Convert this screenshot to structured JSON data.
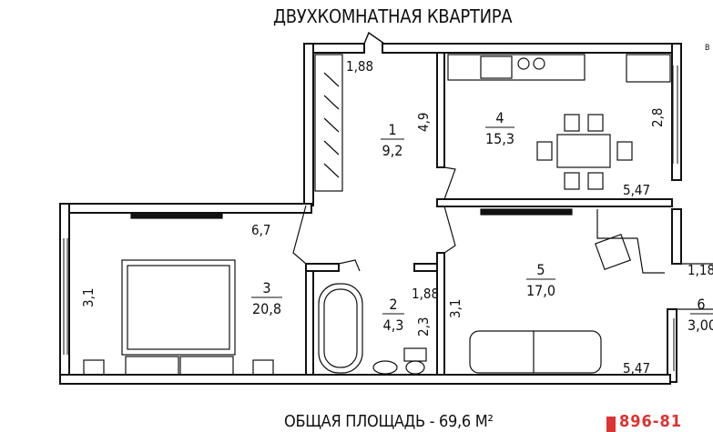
{
  "title": "ДВУХКОМНАТНАЯ КВАРТИРА",
  "total_area": "ОБЩАЯ ПЛОЩАДЬ - 69,6 М²",
  "phone_partial": "896-81",
  "corner_label": "В",
  "rooms": [
    {
      "number": "1",
      "area": "9,2"
    },
    {
      "number": "2",
      "area": "4,3"
    },
    {
      "number": "3",
      "area": "20,8"
    },
    {
      "number": "4",
      "area": "15,3"
    },
    {
      "number": "5",
      "area": "17,0"
    },
    {
      "number": "6",
      "area": "3,00"
    }
  ],
  "dimensions": {
    "hall_top_width": "1,88",
    "hall_length": "4,9",
    "kitchen_depth": "2,8",
    "kitchen_width": "5,47",
    "bedroom_width": "6,7",
    "bedroom_depth": "3,1",
    "bath_width": "1,88",
    "bath_depth": "2,3",
    "living_depth": "3,1",
    "living_width": "5,47",
    "balcony_width": "1,18"
  }
}
